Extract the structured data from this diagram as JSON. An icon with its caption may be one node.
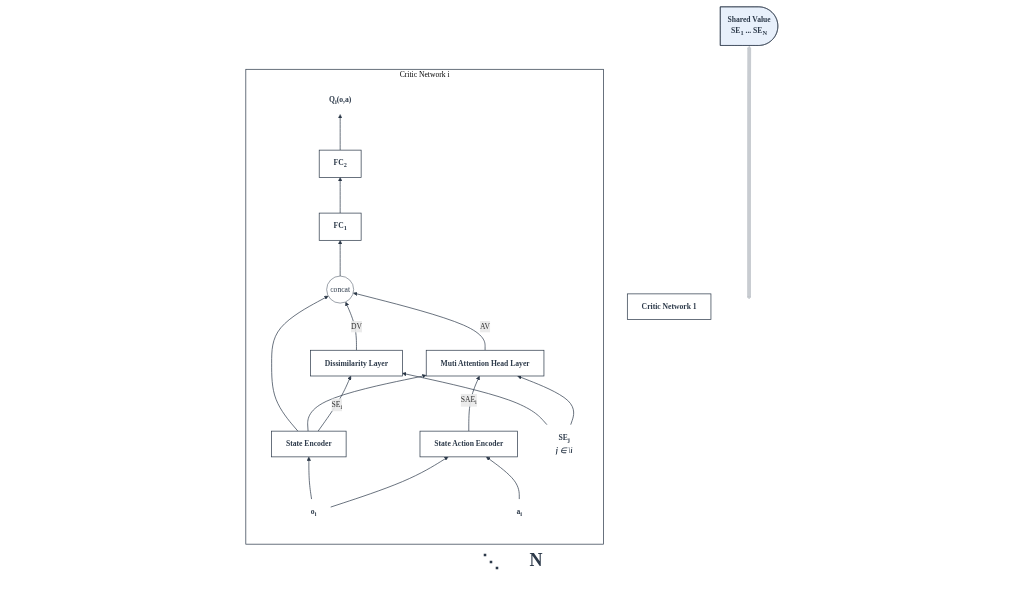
{
  "diagram": {
    "nodes": [
      {
        "text": [
          "Critic Network 1"
        ]
      },
      {
        "text": [
          "Critic Network i"
        ]
      },
      {
        "text": [
          "Q$_{i}$(o,a)"
        ],
        "in": 1
      },
      {
        "text": [
          "FC$_{2}$"
        ],
        "in": 1
      },
      {
        "text": [
          "FC$_{1}$"
        ],
        "in": 1
      },
      {
        "text": [
          "concat"
        ],
        "in": 1
      },
      {
        "text": [
          "Muti Attention Head Layer"
        ],
        "in": 1
      },
      {
        "text": [
          "Dissimilarity Layer"
        ],
        "in": 1
      },
      {
        "text": [
          "State Encoder"
        ],
        "in": 1
      },
      {
        "text": [
          "State Action Encoder"
        ],
        "in": 1
      },
      {
        "text": [
          "o$_{i}$"
        ],
        "in": 1
      },
      {
        "text": [
          "a$_{i}$"
        ],
        "in": 1
      },
      {
        "text": [
          "SE$_{j}$"
        ],
        "beside": [
          "j ∈ \\i"
        ],
        "in": 1
      },
      {
        "text": [
          "Shared Value",
          "SE$_{1}$ ... SE$_{N}$"
        ]
      }
    ],
    "edges": [
      {
        "from": 3,
        "to": 2,
        "arrow": "to"
      },
      {
        "from": 4,
        "to": 3,
        "arrow": "to"
      },
      {
        "from": 5,
        "to": 4,
        "arrow": "to"
      },
      {
        "from": 7,
        "to": 5,
        "arrow": "to",
        "label": "DV"
      },
      {
        "from": 6,
        "to": 5,
        "arrow": "to",
        "label": "AV"
      },
      {
        "from": 8,
        "to": 5,
        "arrow": "to"
      },
      {
        "from": 8,
        "to": 6,
        "arrow": "to"
      },
      {
        "from": 8,
        "to": 7,
        "arrow": "to",
        "label": "SE$_{i}$"
      },
      {
        "from": 9,
        "to": 6,
        "arrow": "to",
        "label": "SAE$_{i}$"
      },
      {
        "from": 10,
        "to": 8,
        "arrow": "to"
      },
      {
        "from": 10,
        "to": 9,
        "arrow": "to"
      },
      {
        "from": 11,
        "to": 9,
        "arrow": "to"
      },
      {
        "from": 12,
        "to": 7,
        "arrow": "to"
      },
      {
        "from": 12,
        "to": 6,
        "arrow": "to"
      },
      {
        "from": null,
        "to": 13,
        "arrow": "both",
        "style": "thick",
        "color": "#c8ccd1"
      }
    ],
    "labels": [
      "⋱",
      "N"
    ]
  }
}
